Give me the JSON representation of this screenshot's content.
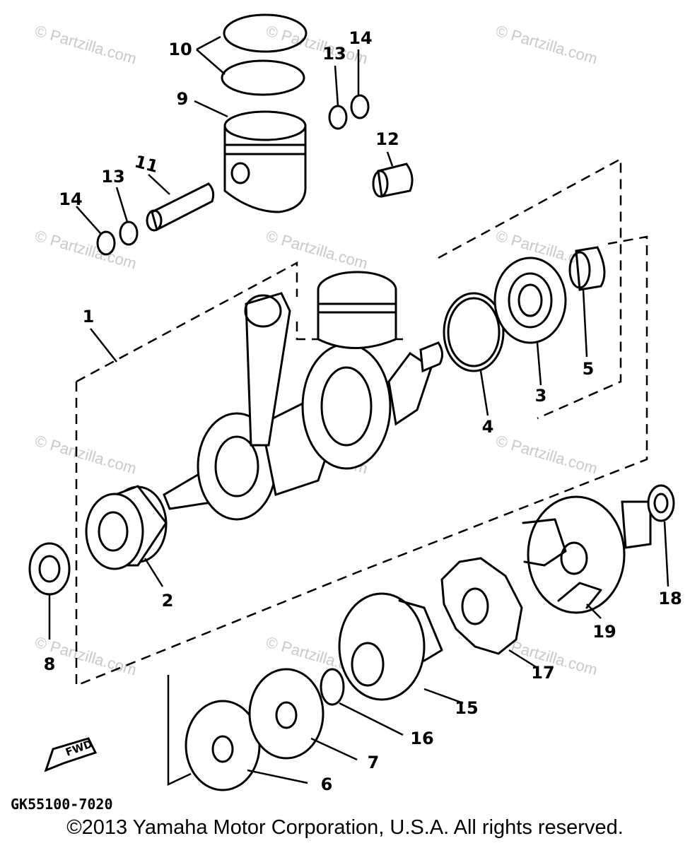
{
  "diagram": {
    "part_numbers": [
      "1",
      "2",
      "3",
      "4",
      "5",
      "6",
      "7",
      "8",
      "9",
      "10",
      "11",
      "12",
      "13",
      "13",
      "14",
      "14",
      "15",
      "16",
      "17",
      "18",
      "19"
    ],
    "diagram_code": "GK55100-7020",
    "fwd_label": "FWD",
    "watermark": "© Partzilla.com"
  },
  "footer": {
    "copyright": "©2013  Yamaha Motor Corporation, U.S.A. All rights reserved."
  }
}
